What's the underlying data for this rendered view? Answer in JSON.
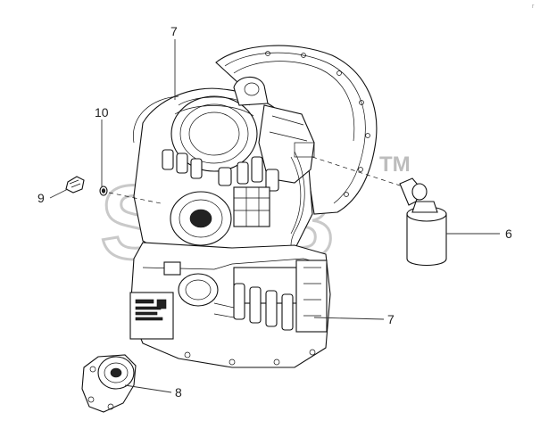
{
  "corner_mark": "г",
  "watermark": {
    "text": "SGB",
    "tm": "TM"
  },
  "callouts": [
    {
      "id": "c7a",
      "label": "7"
    },
    {
      "id": "c10",
      "label": "10"
    },
    {
      "id": "c9",
      "label": "9"
    },
    {
      "id": "c6",
      "label": "6"
    },
    {
      "id": "c7b",
      "label": "7"
    },
    {
      "id": "c8",
      "label": "8"
    }
  ]
}
